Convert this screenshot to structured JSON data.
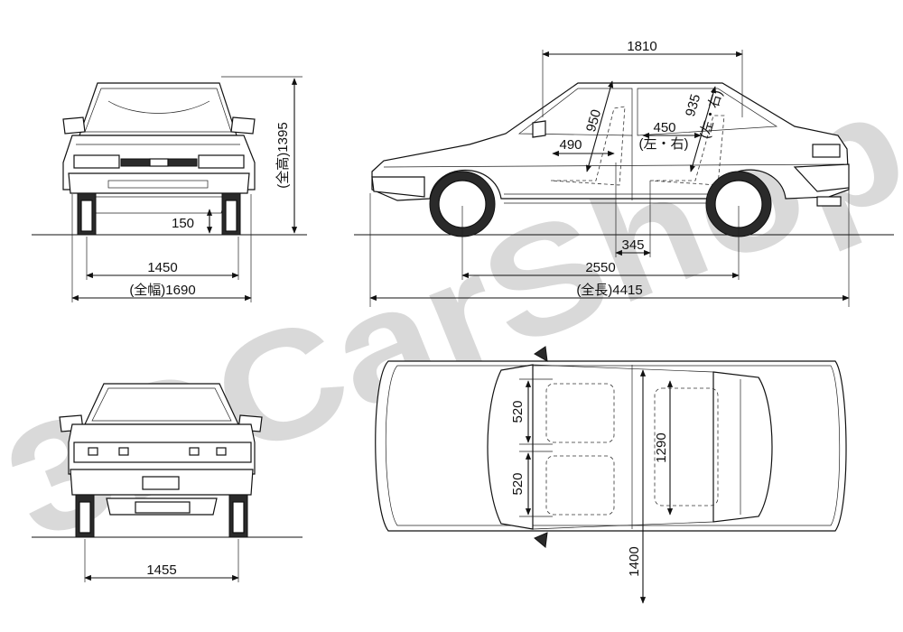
{
  "watermark": "3DCarShop",
  "dimensions": {
    "front_height": "(全高)1395",
    "front_ground_clearance": "150",
    "front_tread": "1450",
    "overall_width": "(全幅)1690",
    "side_roof_length": "1810",
    "side_950": "950",
    "side_490": "490",
    "side_935": "935",
    "side_935_note": "(左・右)",
    "side_450": "450",
    "side_450_note": "(左・右)",
    "side_345": "345",
    "wheelbase": "2550",
    "overall_length": "(全長)4415",
    "rear_tread": "1455",
    "top_seat_front": "520",
    "top_seat_rear": "520",
    "top_cabin": "1290",
    "top_1400": "1400"
  }
}
